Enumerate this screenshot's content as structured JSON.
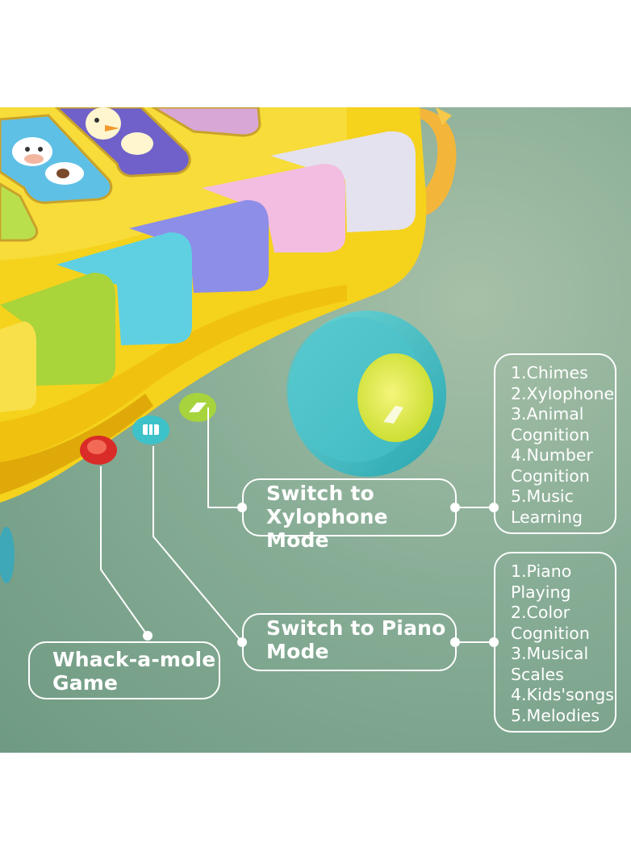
{
  "image": {
    "background_color": "#7fa98f",
    "toy_color": "#f5d21c",
    "line_color": "#ffffff"
  },
  "callouts": {
    "xylophone_mode": "Switch to Xylophone Mode",
    "piano_mode": "Switch to Piano Mode",
    "whack_a_mole": "Whack-a-mole Game"
  },
  "lists": {
    "xylophone": [
      "1.Chimes",
      "2.Xylophone",
      "3.Animal",
      "Cognition",
      "4.Number",
      "Cognition",
      "5.Music",
      "Learning"
    ],
    "piano": [
      "1.Piano",
      "Playing",
      "2.Color",
      "Cognition",
      "3.Musical",
      "Scales",
      "4.Kids'songs",
      "5.Melodies"
    ]
  },
  "icons": {
    "red_button": "record-icon",
    "blue_button": "piano-keys-icon",
    "green_button": "xylophone-icon"
  }
}
